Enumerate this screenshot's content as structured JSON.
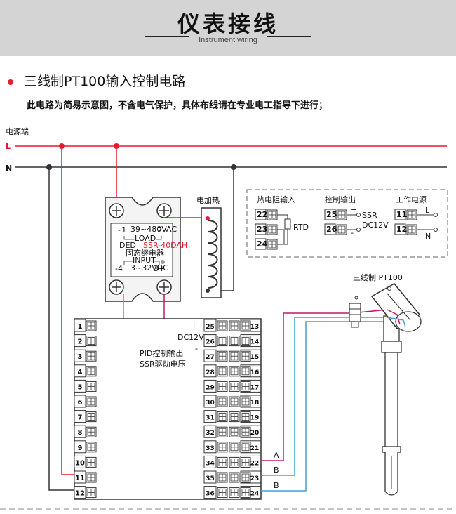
{
  "header": {
    "title": "仪表接线",
    "subtitle": "Instrument wiring"
  },
  "section": {
    "title": "三线制PT100输入控制电路",
    "note": "此电路为简易示意图，不含电气保护，具体布线请在专业电工指导下进行；"
  },
  "power": {
    "label": "电源端",
    "line_l": "L",
    "line_n": "N"
  },
  "heater": {
    "label": "电加热"
  },
  "ssr": {
    "load_range": "39~480VAC",
    "load": "LOAD",
    "t1": "~1",
    "t2": "2~",
    "led": "DED",
    "model": "SSR-40DAH",
    "name": "固态继电器",
    "input": "INPUT",
    "t4": "-4",
    "t3": "3+",
    "input_range": "3~32VDC"
  },
  "legend": {
    "rtd_title": "热电阻输入",
    "rtd_terms": [
      "22",
      "23",
      "24"
    ],
    "rtd_label": "RTD",
    "ctrl_title": "控制输出",
    "ctrl_terms": [
      "25",
      "26"
    ],
    "ctrl_plus": "+",
    "ctrl_minus": "-",
    "ctrl_ssr": "SSR",
    "ctrl_dc": "DC12V",
    "pwr_title": "工作电源",
    "pwr_terms": [
      "11",
      "12"
    ],
    "pwr_l": "L",
    "pwr_n": "N"
  },
  "controller": {
    "left_terminals": [
      "1",
      "2",
      "3",
      "4",
      "5",
      "6",
      "7",
      "8",
      "9",
      "10",
      "11",
      "12"
    ],
    "right_terminals_outer": [
      "25",
      "26",
      "27",
      "28",
      "29",
      "30",
      "31",
      "32",
      "33",
      "34",
      "35",
      "36"
    ],
    "right_terminals_inner": [
      "13",
      "14",
      "15",
      "16",
      "17",
      "18",
      "19",
      "20",
      "21",
      "22",
      "23",
      "24"
    ],
    "plus": "+",
    "dc12v": "DC12V",
    "minus": "-",
    "pid_output": "PID控制输出",
    "ssr_voltage": "SSR驱动电压",
    "wire_a": "A",
    "wire_b1": "B",
    "wire_b2": "B"
  },
  "sensor": {
    "label": "三线制  PT100"
  },
  "colors": {
    "red": "#e8192c",
    "blue": "#3ea0d8",
    "magenta": "#c0186a",
    "dark": "#333333"
  }
}
